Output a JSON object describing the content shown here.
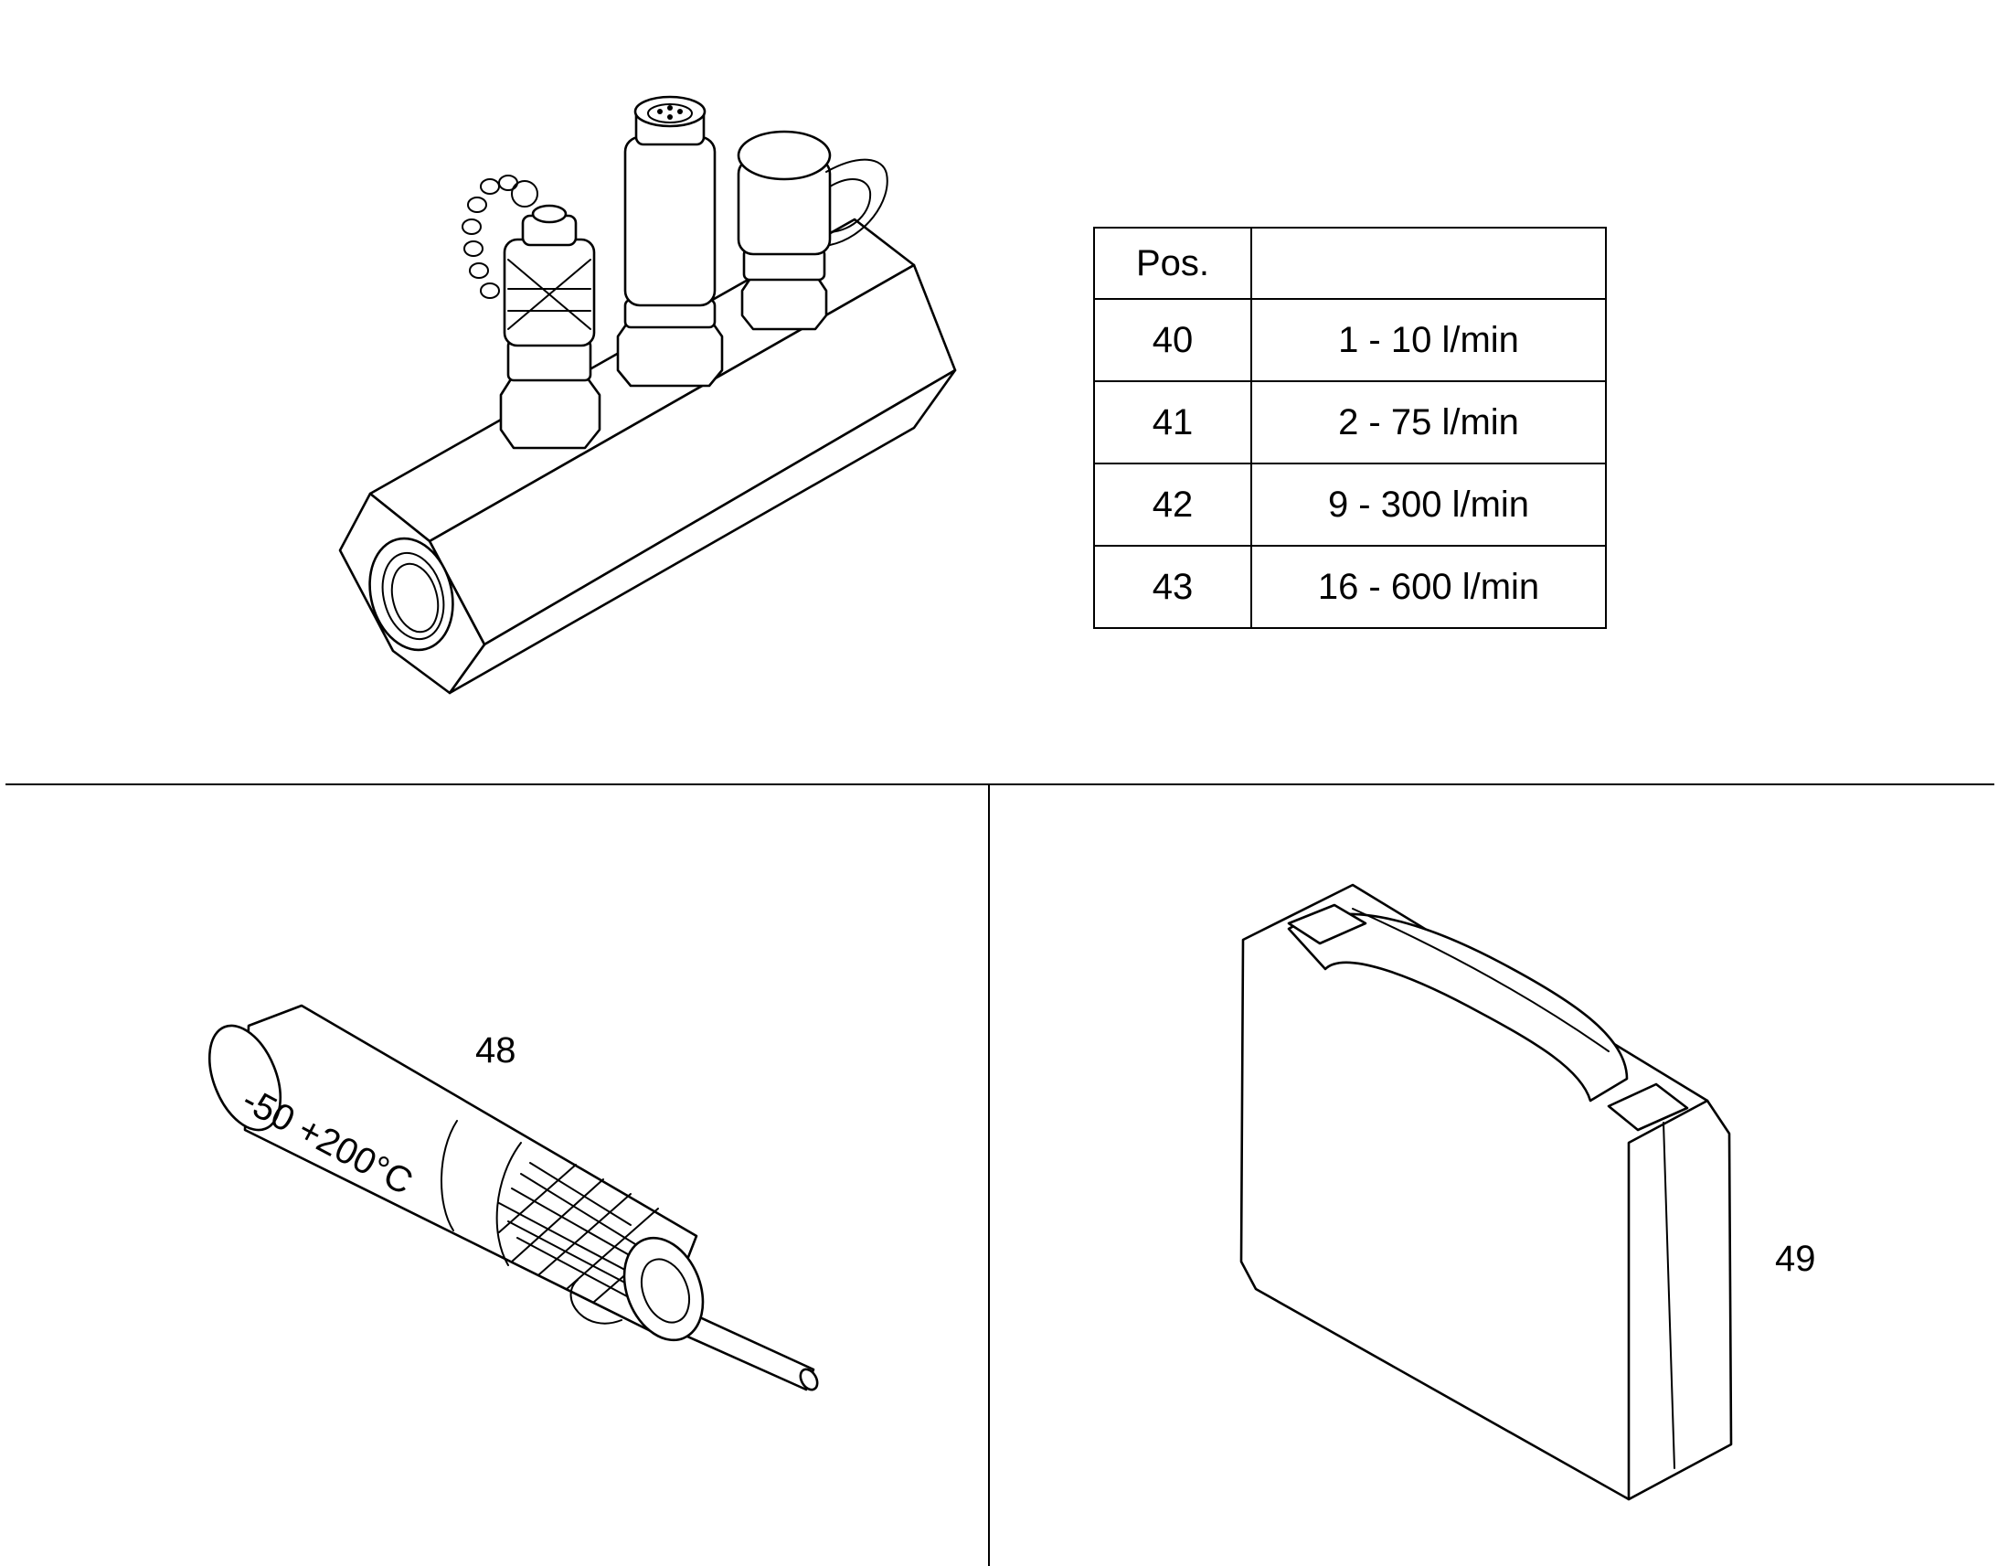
{
  "table": {
    "header": [
      "Pos.",
      ""
    ],
    "rows": [
      {
        "pos": "40",
        "range": "1 - 10 l/min"
      },
      {
        "pos": "41",
        "range": "2 - 75 l/min"
      },
      {
        "pos": "42",
        "range": "9 - 300 l/min"
      },
      {
        "pos": "43",
        "range": "16 - 600 l/min"
      }
    ]
  },
  "callouts": {
    "sensor": "48",
    "case": "49"
  },
  "sensor_marking": "-50 +200°C",
  "colors": {
    "ink": "#000000",
    "paper": "#ffffff"
  }
}
